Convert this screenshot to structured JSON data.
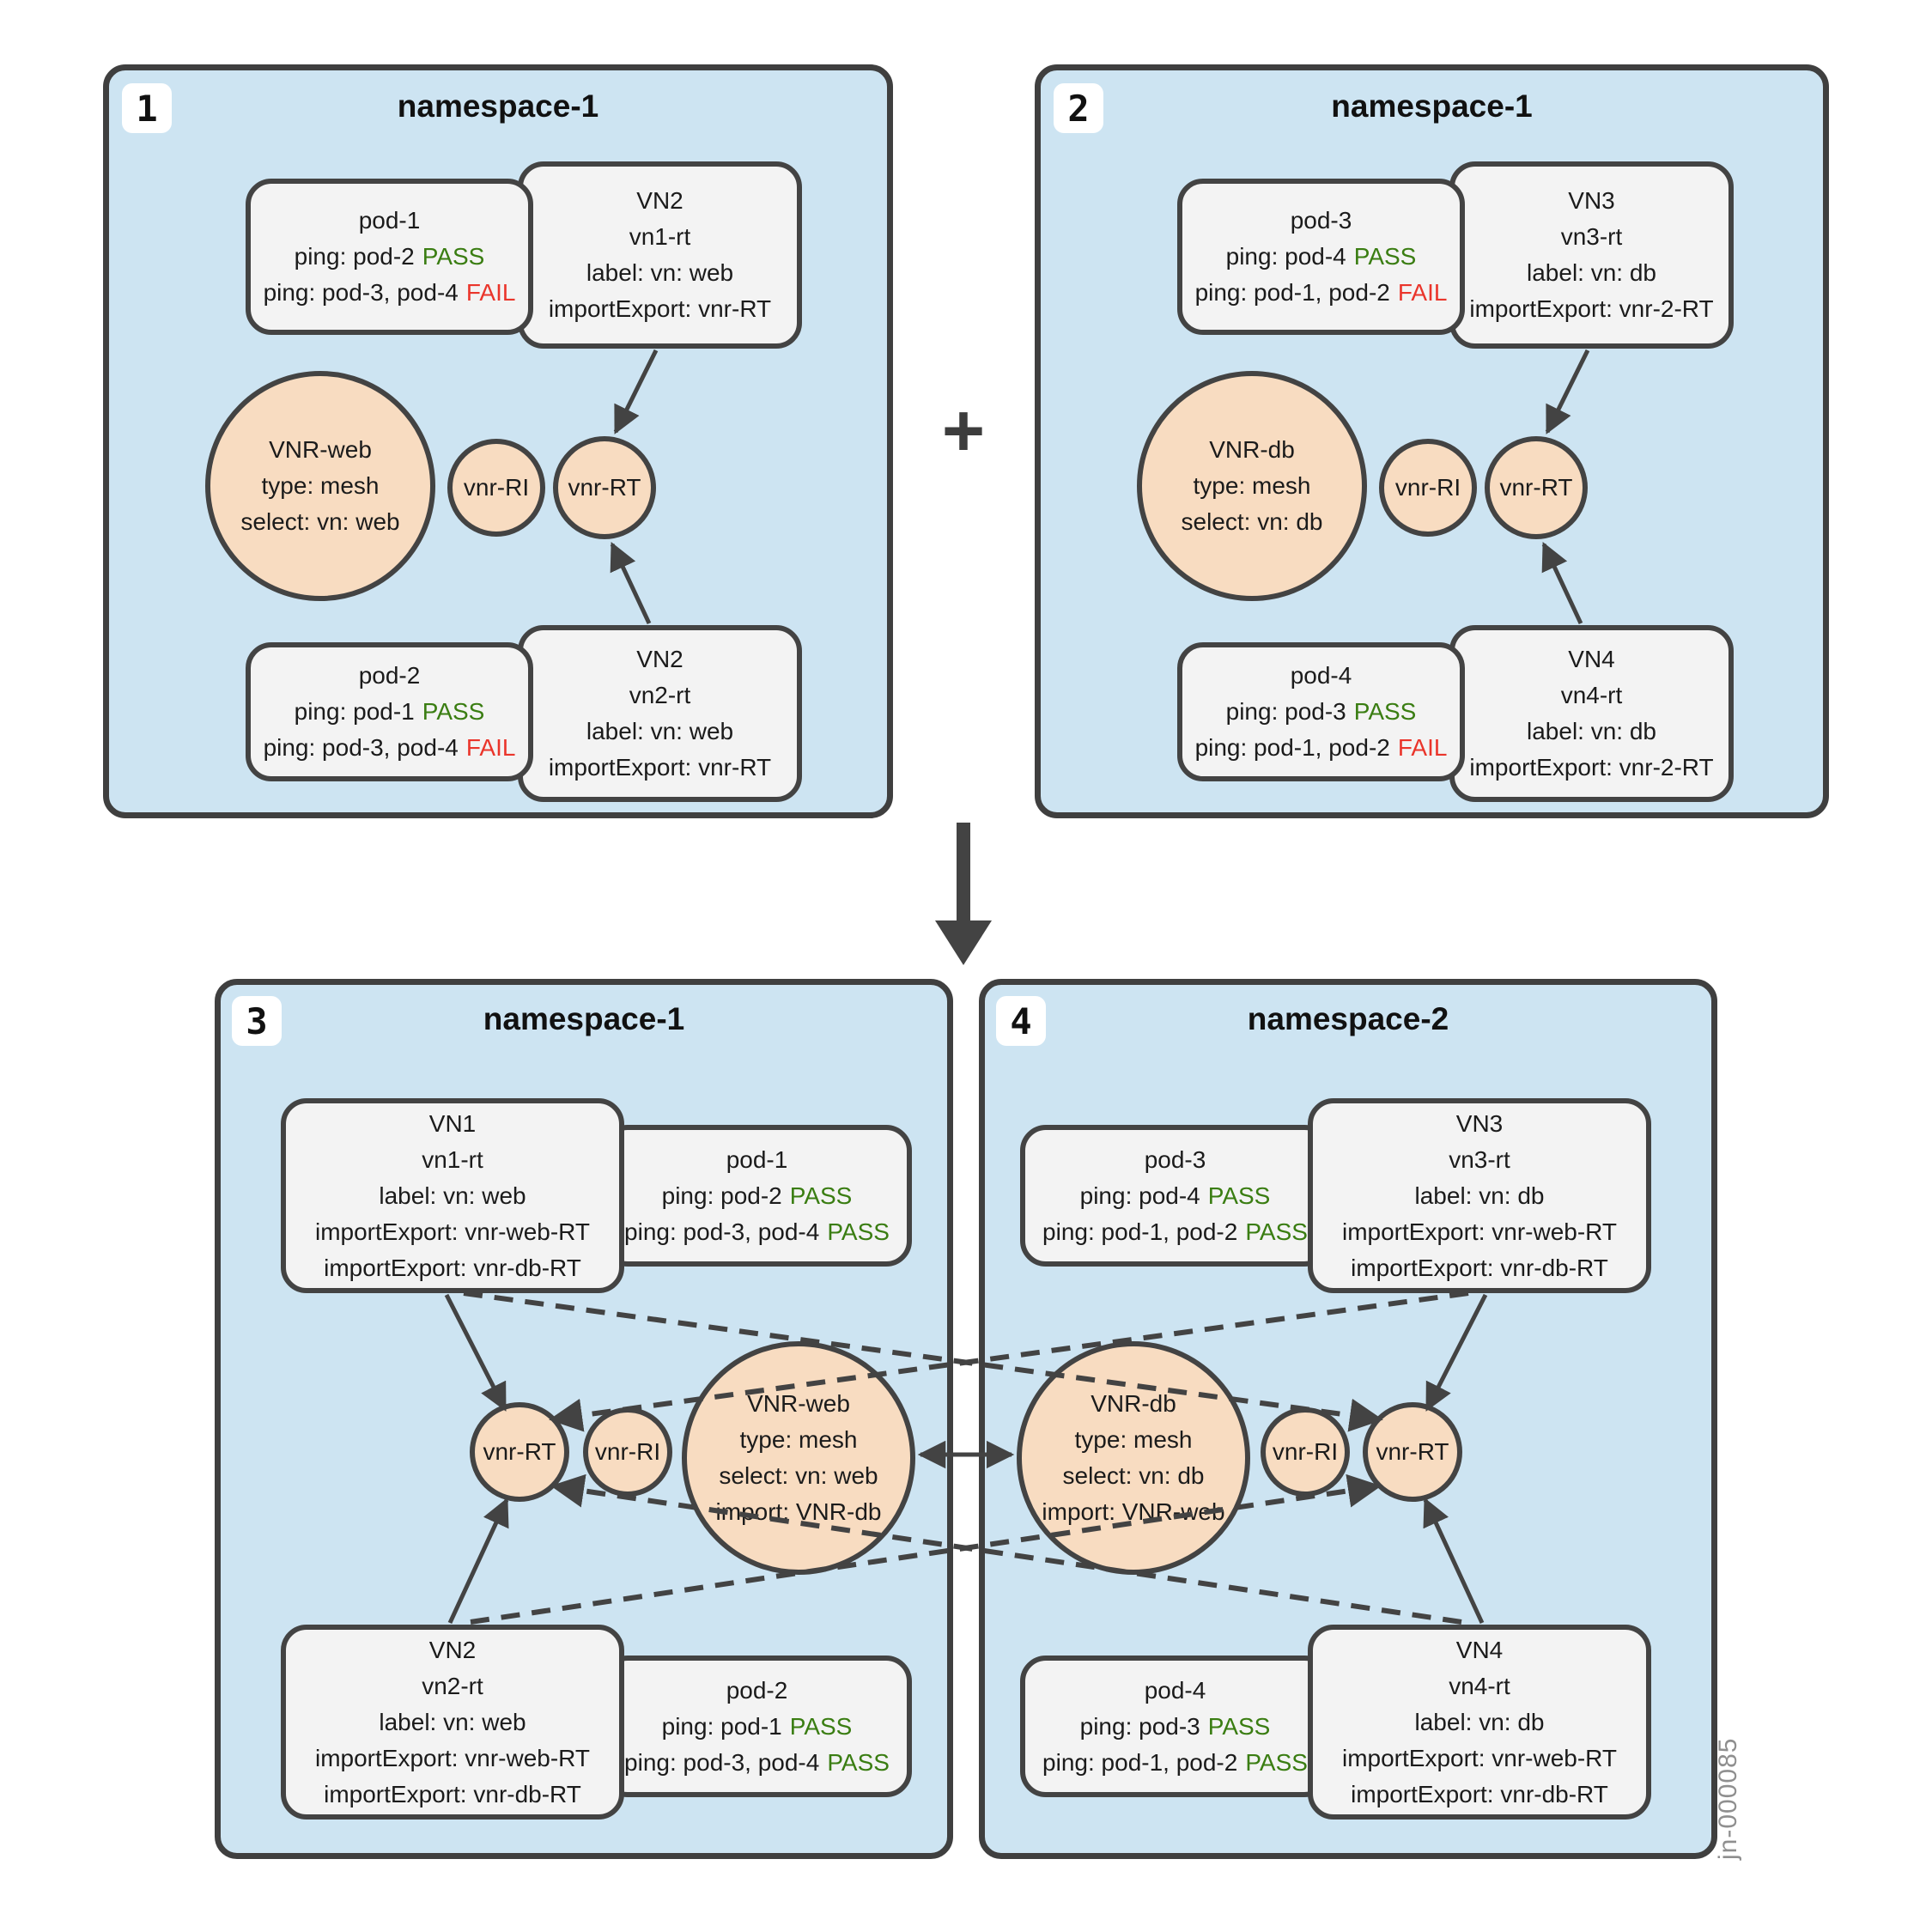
{
  "watermark": "jn-000085",
  "plus": "+",
  "colors": {
    "panel_bg": "#cde4f2",
    "panel_border": "#3f3f3f",
    "node_bg": "#f3f3f3",
    "node_border": "#434343",
    "circle_bg": "#f8dcc1",
    "pass": "#3a7d12",
    "fail": "#ea352b",
    "line": "#434343",
    "ink": "#1b1b1b"
  },
  "panel1": {
    "num": "1",
    "title": "namespace-1",
    "pod_top": {
      "name": "pod-1",
      "ping1": "ping: pod-2",
      "ping1_status": "PASS",
      "ping2": "ping: pod-3, pod-4",
      "ping2_status": "FAIL"
    },
    "vn_top": {
      "name": "VN2",
      "rt": "vn1-rt",
      "label": "label: vn: web",
      "ie1": "importExport: vnr-RT"
    },
    "vnr": {
      "name": "VNR-web",
      "type": "type: mesh",
      "select": "select: vn: web"
    },
    "ri": "vnr-RI",
    "rt": "vnr-RT",
    "pod_bot": {
      "name": "pod-2",
      "ping1": "ping: pod-1",
      "ping1_status": "PASS",
      "ping2": "ping: pod-3, pod-4",
      "ping2_status": "FAIL"
    },
    "vn_bot": {
      "name": "VN2",
      "rt": "vn2-rt",
      "label": "label: vn: web",
      "ie1": "importExport: vnr-RT"
    }
  },
  "panel2": {
    "num": "2",
    "title": "namespace-1",
    "pod_top": {
      "name": "pod-3",
      "ping1": "ping: pod-4",
      "ping1_status": "PASS",
      "ping2": "ping: pod-1, pod-2",
      "ping2_status": "FAIL"
    },
    "vn_top": {
      "name": "VN3",
      "rt": "vn3-rt",
      "label": "label: vn: db",
      "ie1": "importExport: vnr-2-RT"
    },
    "vnr": {
      "name": "VNR-db",
      "type": "type: mesh",
      "select": "select: vn: db"
    },
    "ri": "vnr-RI",
    "rt": "vnr-RT",
    "pod_bot": {
      "name": "pod-4",
      "ping1": "ping: pod-3",
      "ping1_status": "PASS",
      "ping2": "ping: pod-1, pod-2",
      "ping2_status": "FAIL"
    },
    "vn_bot": {
      "name": "VN4",
      "rt": "vn4-rt",
      "label": "label: vn: db",
      "ie1": "importExport: vnr-2-RT"
    }
  },
  "panel3": {
    "num": "3",
    "title": "namespace-1",
    "vn_top": {
      "name": "VN1",
      "rt": "vn1-rt",
      "label": "label: vn: web",
      "ie1": "importExport: vnr-web-RT",
      "ie2": "importExport: vnr-db-RT"
    },
    "pod_top": {
      "name": "pod-1",
      "ping1": "ping: pod-2",
      "ping1_status": "PASS",
      "ping2": "ping: pod-3, pod-4",
      "ping2_status": "PASS"
    },
    "vnr": {
      "name": "VNR-web",
      "type": "type: mesh",
      "select": "select: vn: web",
      "import": "import: VNR-db"
    },
    "ri": "vnr-RI",
    "rt": "vnr-RT",
    "vn_bot": {
      "name": "VN2",
      "rt": "vn2-rt",
      "label": "label: vn: web",
      "ie1": "importExport: vnr-web-RT",
      "ie2": "importExport: vnr-db-RT"
    },
    "pod_bot": {
      "name": "pod-2",
      "ping1": "ping: pod-1",
      "ping1_status": "PASS",
      "ping2": "ping: pod-3, pod-4",
      "ping2_status": "PASS"
    }
  },
  "panel4": {
    "num": "4",
    "title": "namespace-2",
    "pod_top": {
      "name": "pod-3",
      "ping1": "ping: pod-4",
      "ping1_status": "PASS",
      "ping2": "ping: pod-1, pod-2",
      "ping2_status": "PASS"
    },
    "vn_top": {
      "name": "VN3",
      "rt": "vn3-rt",
      "label": "label: vn: db",
      "ie1": "importExport: vnr-web-RT",
      "ie2": "importExport: vnr-db-RT"
    },
    "vnr": {
      "name": "VNR-db",
      "type": "type: mesh",
      "select": "select: vn: db",
      "import": "import: VNR-web"
    },
    "ri": "vnr-RI",
    "rt": "vnr-RT",
    "pod_bot": {
      "name": "pod-4",
      "ping1": "ping: pod-3",
      "ping1_status": "PASS",
      "ping2": "ping: pod-1, pod-2",
      "ping2_status": "PASS"
    },
    "vn_bot": {
      "name": "VN4",
      "rt": "vn4-rt",
      "label": "label: vn: db",
      "ie1": "importExport: vnr-web-RT",
      "ie2": "importExport: vnr-db-RT"
    }
  }
}
